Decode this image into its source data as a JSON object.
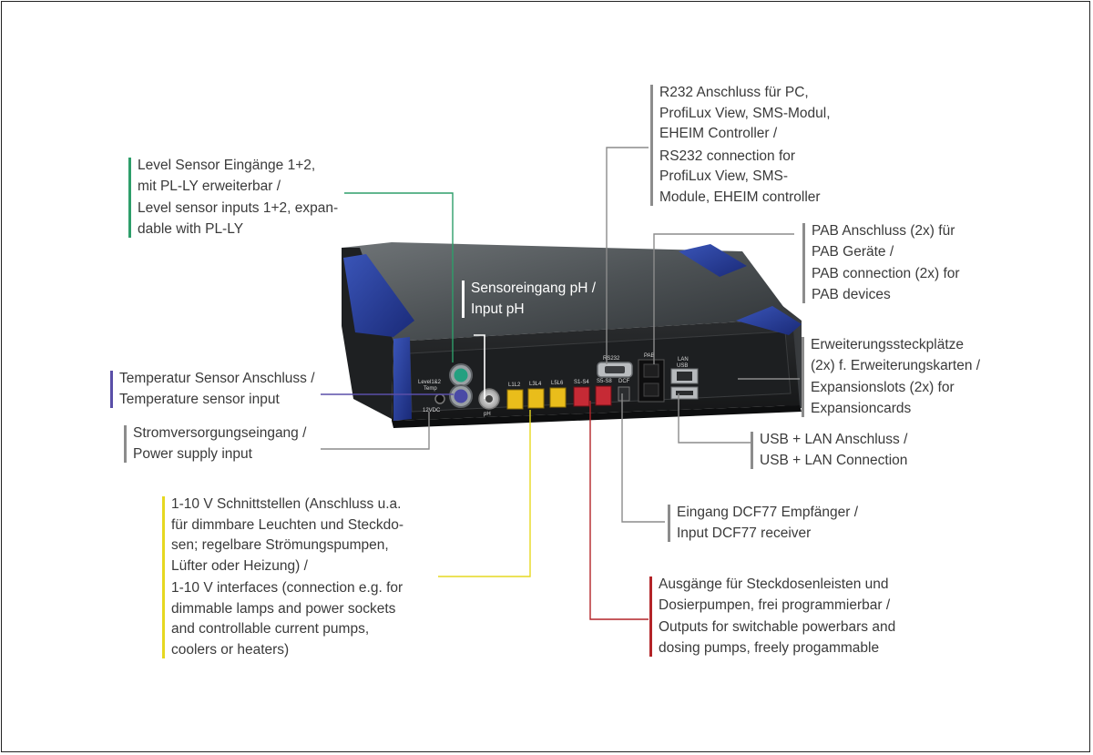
{
  "colors": {
    "level": "#2e9e6a",
    "temperature": "#5a4fa8",
    "power": "#8c8c8c",
    "interfaces_1_10v": "#e6d820",
    "outputs": "#b32428",
    "gray_line": "#8c8c8c",
    "ph_line": "#ffffff"
  },
  "device": {
    "port_labels": {
      "level": "Level1&2",
      "temp": "Temp",
      "power": "12VDC",
      "ph": "pH",
      "l1l2": "L1L2",
      "l3l4": "L3L4",
      "l5l6": "L5L6",
      "s1s4": "S1-S4",
      "s5s8": "S5-S8",
      "dcf": "DCF",
      "rs232": "RS232",
      "pab": "PAB",
      "lan": "LAN",
      "usb": "USB"
    }
  },
  "callouts": {
    "level_sensor": {
      "de": [
        "Level Sensor Eingänge 1+2,",
        "mit PL-LY erweiterbar /"
      ],
      "en": [
        "Level sensor inputs 1+2, expan-",
        "dable with PL-LY"
      ]
    },
    "temperature": {
      "de": [
        "Temperatur Sensor Anschluss /"
      ],
      "en": [
        "Temperature sensor input"
      ]
    },
    "power": {
      "de": [
        "Stromversorgungseingang /"
      ],
      "en": [
        "Power supply input"
      ]
    },
    "interfaces": {
      "de": [
        "1-10 V Schnittstellen (Anschluss u.a.",
        "für dimmbare Leuchten und Steckdo-",
        "sen; regelbare Strömungspumpen,",
        "Lüfter oder Heizung) /"
      ],
      "en": [
        "1-10 V interfaces (connection e.g. for",
        "dimmable lamps and power sockets",
        "and controllable current pumps,",
        "coolers or heaters)"
      ]
    },
    "ph": {
      "de": [
        "Sensoreingang pH /"
      ],
      "en": [
        "Input pH"
      ]
    },
    "rs232": {
      "de": [
        "R232 Anschluss für PC,",
        "ProfiLux View, SMS-Modul,",
        "EHEIM Controller  /"
      ],
      "en": [
        "RS232 connection for",
        "ProfiLux View, SMS-",
        "Module, EHEIM controller"
      ]
    },
    "pab": {
      "de": [
        "PAB Anschluss (2x) für",
        "PAB Geräte  /"
      ],
      "en": [
        "PAB connection (2x) for",
        "PAB devices"
      ]
    },
    "expansion": {
      "de": [
        "Erweiterungssteckplätze",
        "(2x) f. Erweiterungskarten /"
      ],
      "en": [
        "Expansionslots (2x) for",
        "Expansioncards"
      ]
    },
    "usb_lan": {
      "de": [
        "USB + LAN Anschluss /"
      ],
      "en": [
        "USB + LAN Connection"
      ]
    },
    "dcf77": {
      "de": [
        "Eingang DCF77 Empfänger /"
      ],
      "en": [
        "Input DCF77 receiver"
      ]
    },
    "outputs": {
      "de": [
        "Ausgänge für Steckdosenleisten und",
        "Dosierpumpen, frei programmierbar /"
      ],
      "en": [
        "Outputs for switchable powerbars and",
        "dosing pumps, freely progammable"
      ]
    }
  }
}
